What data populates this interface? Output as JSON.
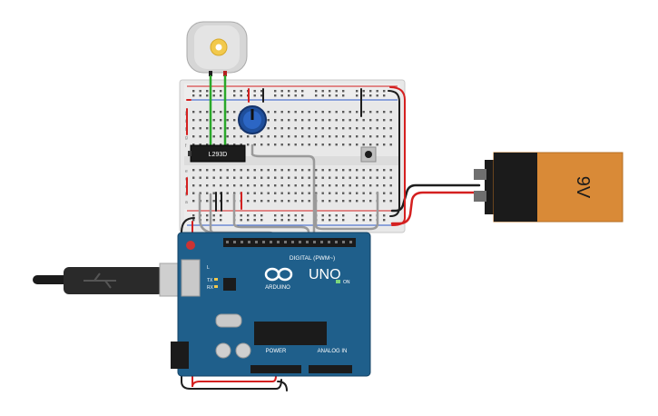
{
  "motor": {
    "name": "DC motor"
  },
  "breadboard": {
    "row_letters_top": [
      "j",
      "i",
      "h",
      "g",
      "f"
    ],
    "row_letters_bottom": [
      "e",
      "d",
      "c",
      "b",
      "a"
    ]
  },
  "driver_chip": {
    "label": "L293D"
  },
  "battery": {
    "label": "9V",
    "body_color": "#d98a37",
    "top_color": "#1b1b1b"
  },
  "arduino": {
    "logo_text": "UNO",
    "brand": "ARDUINO",
    "digital_label": "DIGITAL (PWM~)",
    "power_label": "POWER",
    "analog_label": "ANALOG IN",
    "on_label": "ON",
    "tx_label": "TX",
    "rx_label": "RX",
    "l_label": "L",
    "board_color": "#1f5f8b"
  },
  "wire_colors": {
    "red": "#d42020",
    "black": "#1e1e1e",
    "green": "#2aa82a",
    "gray": "#9a9a9a"
  }
}
